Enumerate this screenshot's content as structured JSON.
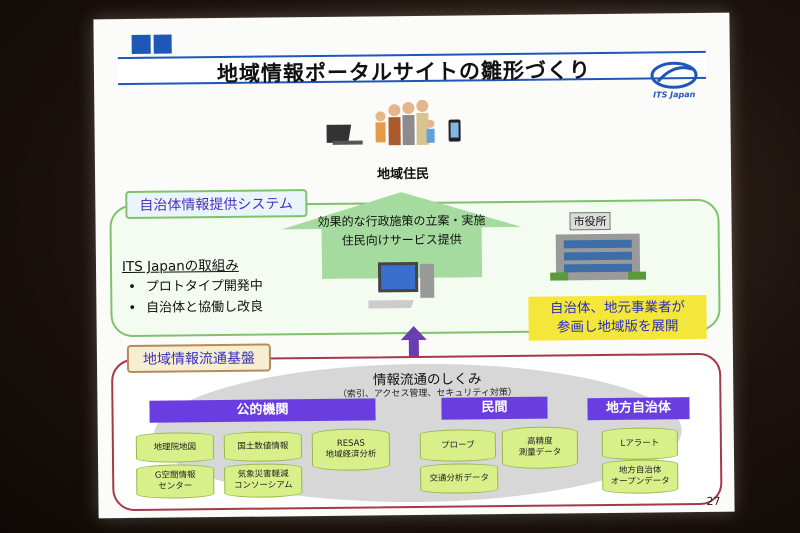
{
  "slide": {
    "title": "地域情報ポータルサイトの雛形づくり",
    "logo_text": "ITS Japan",
    "resident_label": "地域住民",
    "system_tag": "自治体情報提供システム",
    "arrow_text_line1": "効果的な行政施策の立案・実施",
    "arrow_text_line2": "住民向けサービス提供",
    "its_heading": "ITS Japanの取組み",
    "bullets": [
      "プロトタイプ開発中",
      "自治体と協働し改良"
    ],
    "cityhall_label": "市役所",
    "highlight_line1": "自治体、地元事業者が",
    "highlight_line2": "参画し地域版を展開",
    "distribution_tag": "地域情報流通基盤",
    "mechanism_title": "情報流通のしくみ",
    "mechanism_sub": "（索引、アクセス管理、セキュリティ対策）",
    "categories": [
      "公的機関",
      "民間",
      "地方自治体"
    ],
    "databases": [
      "地理院地図",
      "国土数値情報",
      "RESAS\n地域経済分析",
      "G空間情報\nセンター",
      "気象災害軽減\nコンソーシアム",
      "プローブ",
      "高精度\n測量データ",
      "交通分析データ",
      "Lアラート",
      "地方自治体\nオープンデータ"
    ],
    "page_number": "27"
  },
  "colors": {
    "accent_blue": "#1f57b8",
    "category_purple": "#6a3de0",
    "db_green": "#d9f08a",
    "highlight_yellow": "#f5e63a"
  }
}
